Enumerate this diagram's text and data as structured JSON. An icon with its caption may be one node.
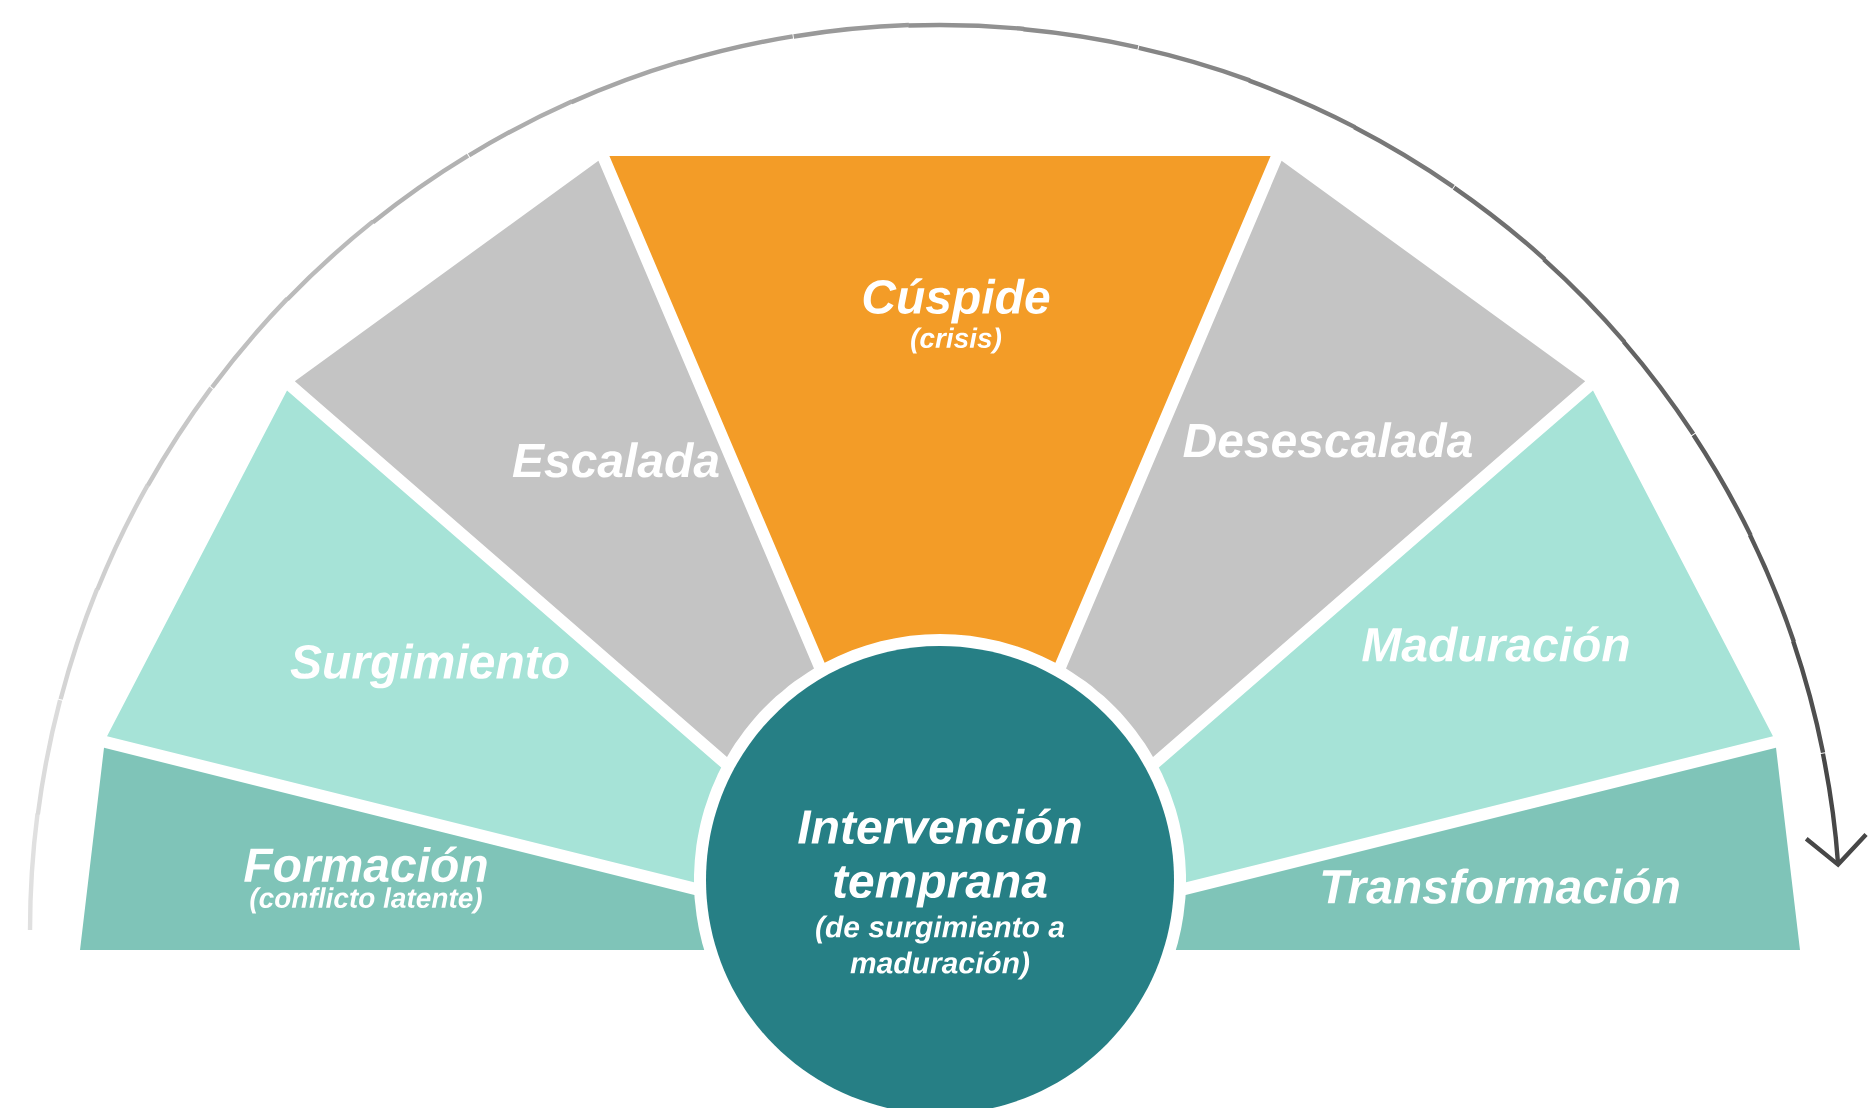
{
  "diagram": {
    "nodes": [
      {
        "text": [
          "Formación",
          "(conflicto latente)"
        ]
      },
      {
        "text": [
          "Surgimiento"
        ]
      },
      {
        "text": [
          "Escalada"
        ]
      },
      {
        "text": [
          "Cúspide",
          "(crisis)"
        ]
      },
      {
        "text": [
          "Desescalada"
        ]
      },
      {
        "text": [
          "Maduración"
        ]
      },
      {
        "text": [
          "Transformación"
        ]
      },
      {
        "text": [
          "Intervención temprana",
          "(de surgimiento a maduración)"
        ]
      }
    ]
  }
}
